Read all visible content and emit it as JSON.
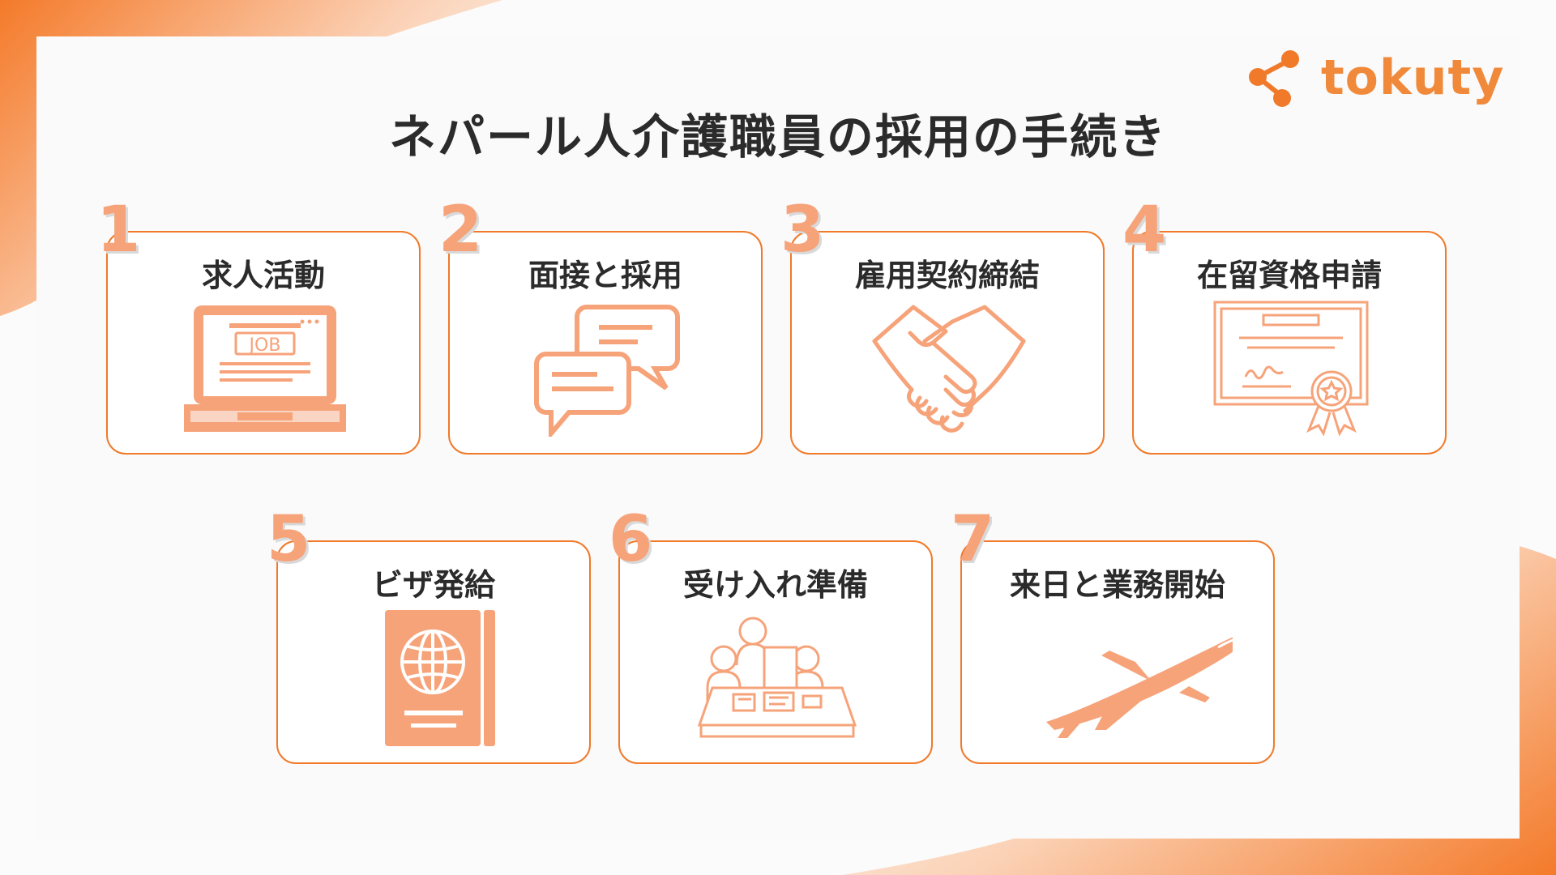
{
  "title": "ネパール人介護職員の採用の手続き",
  "logo": {
    "text": "tokuty",
    "icon": "molecule-share-icon"
  },
  "colors": {
    "accent": "#f07a2a",
    "icon": "#f6a37a",
    "number": "#f6a37a",
    "text": "#2b2b2b"
  },
  "steps": [
    {
      "num": "1",
      "label": "求人活動",
      "icon": "laptop-job-icon",
      "icon_text": "JOB"
    },
    {
      "num": "2",
      "label": "面接と採用",
      "icon": "chat-bubbles-icon"
    },
    {
      "num": "3",
      "label": "雇用契約締結",
      "icon": "handshake-icon"
    },
    {
      "num": "4",
      "label": "在留資格申請",
      "icon": "certificate-icon"
    },
    {
      "num": "5",
      "label": "ビザ発給",
      "icon": "passport-icon"
    },
    {
      "num": "6",
      "label": "受け入れ準備",
      "icon": "meeting-table-icon"
    },
    {
      "num": "7",
      "label": "来日と業務開始",
      "icon": "airplane-icon"
    }
  ]
}
